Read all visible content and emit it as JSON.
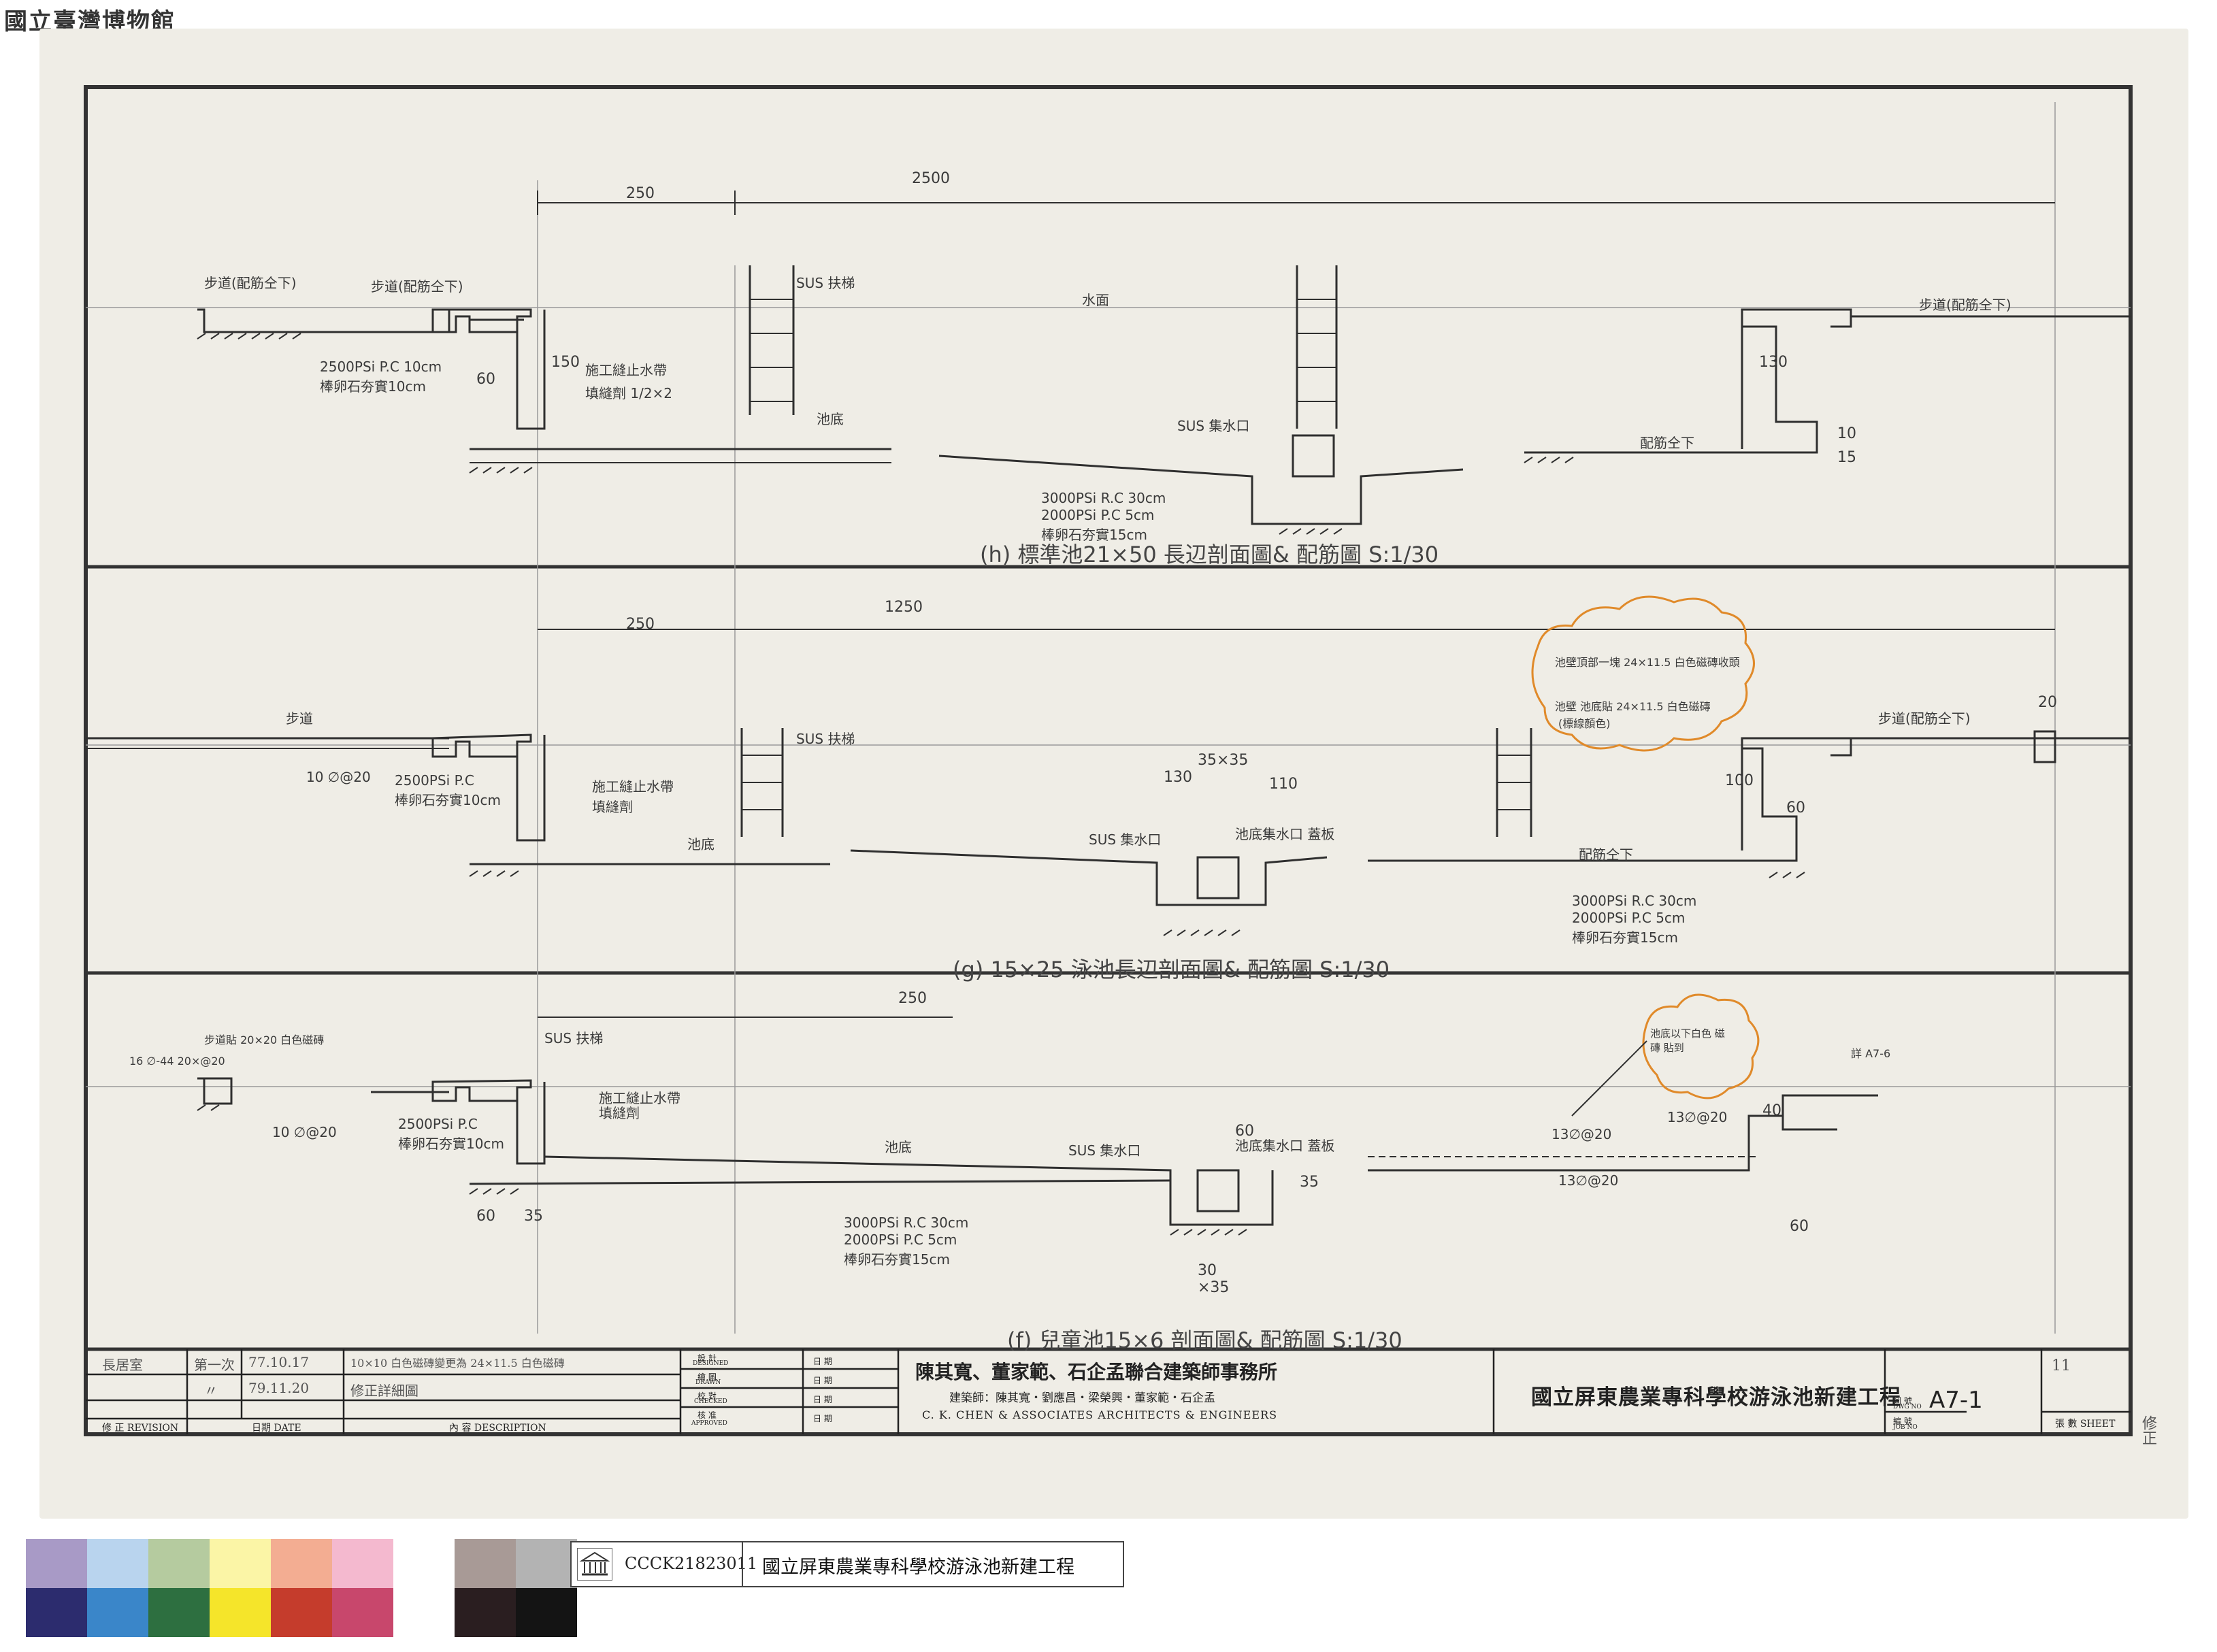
{
  "museum_mark": "國立臺灣博物館",
  "sections": [
    {
      "caption": "(h) 標準池21×50 長辺剖面圖& 配筋圖 S:1/30",
      "dims": [
        "2500",
        "250",
        "150",
        "60",
        "130",
        "15",
        "10"
      ],
      "notes": {
        "walkway_left": "步道(配筋仝下)",
        "walkway_right": "步道(配筋仝下)",
        "pc_left": "2500PSi P.C 10cm",
        "ballast_left": "棒卵石夯實10cm",
        "stop_band": "施工縫止水帶",
        "filler": "填縫劑 1/2×2",
        "pool_bottom": "池底",
        "sus_ladder": "SUS 扶梯",
        "water": "水面",
        "drain": "SUS 集水口",
        "rc": "3000PSi R.C 30cm",
        "pc": "2000PSi P.C 5cm",
        "ballast": "棒卵石夯實15cm",
        "rebar_same": "配筋仝下"
      }
    },
    {
      "caption": "(g) 15×25 泳池長辺剖面圖& 配筋圖 S:1/30",
      "dims": [
        "1250",
        "250",
        "110",
        "130",
        "35×35",
        "100",
        "60",
        "20"
      ],
      "notes": {
        "walkway": "步道",
        "rebar": "10 ∅@20",
        "pc_left": "2500PSi P.C",
        "ballast_left": "棒卵石夯實10cm",
        "stop_band": "施工縫止水帶",
        "filler": "填縫劑",
        "pool_bottom": "池底",
        "sus_ladder": "SUS 扶梯",
        "drain": "SUS 集水口",
        "drain_cover": "池底集水口 蓋板",
        "rc": "3000PSi R.C 30cm",
        "pc": "2000PSi P.C 5cm",
        "ballast": "棒卵石夯實15cm",
        "rebar_same": "配筋仝下",
        "walkway_right": "步道(配筋仝下)",
        "revision_cloud_1": "池壁頂部一塊 24×11.5 白色磁磚收頭",
        "revision_cloud_2": "池壁 池底貼 24×11.5 白色磁磚",
        "revision_cloud_3": "(標線顏色)"
      }
    },
    {
      "caption": "(f) 兒童池15×6 剖面圖& 配筋圖 S:1/30",
      "dims": [
        "250",
        "60",
        "35",
        "60",
        "30",
        "×35",
        "35",
        "40",
        "60"
      ],
      "notes": {
        "rebar_top": "16 ∅-44 20×@20",
        "walkway_note": "步道貼 20×20 白色磁磚",
        "rebar": "10 ∅@20",
        "pc_left": "2500PSi P.C",
        "ballast_left": "棒卵石夯實10cm",
        "sus_ladder": "SUS 扶梯",
        "stop_band": "施工縫止水帶",
        "filler": "填縫劑",
        "pool_bottom": "池底",
        "drain": "SUS 集水口",
        "drain_cover": "池底集水口 蓋板",
        "rc": "3000PSi R.C 30cm",
        "pc": "2000PSi P.C 5cm",
        "ballast": "棒卵石夯實15cm",
        "rebar_a": "13∅@20",
        "rebar_b": "13∅@20",
        "rebar_c": "13∅@20",
        "cloud_note": "池底以下白色 磁磚 貼到",
        "ref_mark": "詳 A7-6"
      }
    }
  ],
  "title_block": {
    "revision_label": "修 正 REVISION",
    "date_label": "日期 DATE",
    "description_label": "內 容 DESCRIPTION",
    "rev_rows": [
      {
        "mark": "長居室",
        "who": "第一次",
        "date": "77.10.17",
        "desc": "10×10 白色磁磚變更為 24×11.5 白色磁磚"
      },
      {
        "mark": "",
        "who": "〃",
        "date": "79.11.20",
        "desc": "修正詳細圖"
      }
    ],
    "roles": [
      {
        "cn": "設 計",
        "en": "DESIGNED",
        "date": "日 期"
      },
      {
        "cn": "繪 圖",
        "en": "DRAWN",
        "date": "日 期"
      },
      {
        "cn": "校 對",
        "en": "CHECKED",
        "date": "日 期"
      },
      {
        "cn": "核 准",
        "en": "APPROVED",
        "date": "日 期"
      }
    ],
    "firm_cn": "陳其寬、董家範、石企孟聯合建築師事務所",
    "firm_architects": "建築師：陳其寬‧劉應昌‧梁榮興‧董家範‧石企孟",
    "firm_en": "C. K. CHEN & ASSOCIATES ARCHITECTS & ENGINEERS",
    "project": "國立屏東農業專科學校游泳池新建工程",
    "dwg_label": "圖 號",
    "dwg_label_en": "DWG NO",
    "dwg_no": "A7-1",
    "job_label": "編 號",
    "job_label_en": "JOB NO",
    "sheet_no": "11",
    "sheet_label": "張 數 SHEET",
    "side_note": "修正"
  },
  "footer": {
    "swatches_top": [
      "#a89ac6",
      "#b9d4ee",
      "#b5cb9f",
      "#fbf5a6",
      "#f3ad92",
      "#f4b9cf",
      "#ffffff",
      "#a89a96",
      "#b3b3b3"
    ],
    "swatches_bottom": [
      "#2c2c6e",
      "#3a86c9",
      "#2d6f40",
      "#f5e52a",
      "#c53c2c",
      "#c8476c",
      "#ffffff",
      "#2a1e20",
      "#141414"
    ],
    "archive_code": "CCCK21823011",
    "archive_title": "國立屏東農業專科學校游泳池新建工程"
  }
}
